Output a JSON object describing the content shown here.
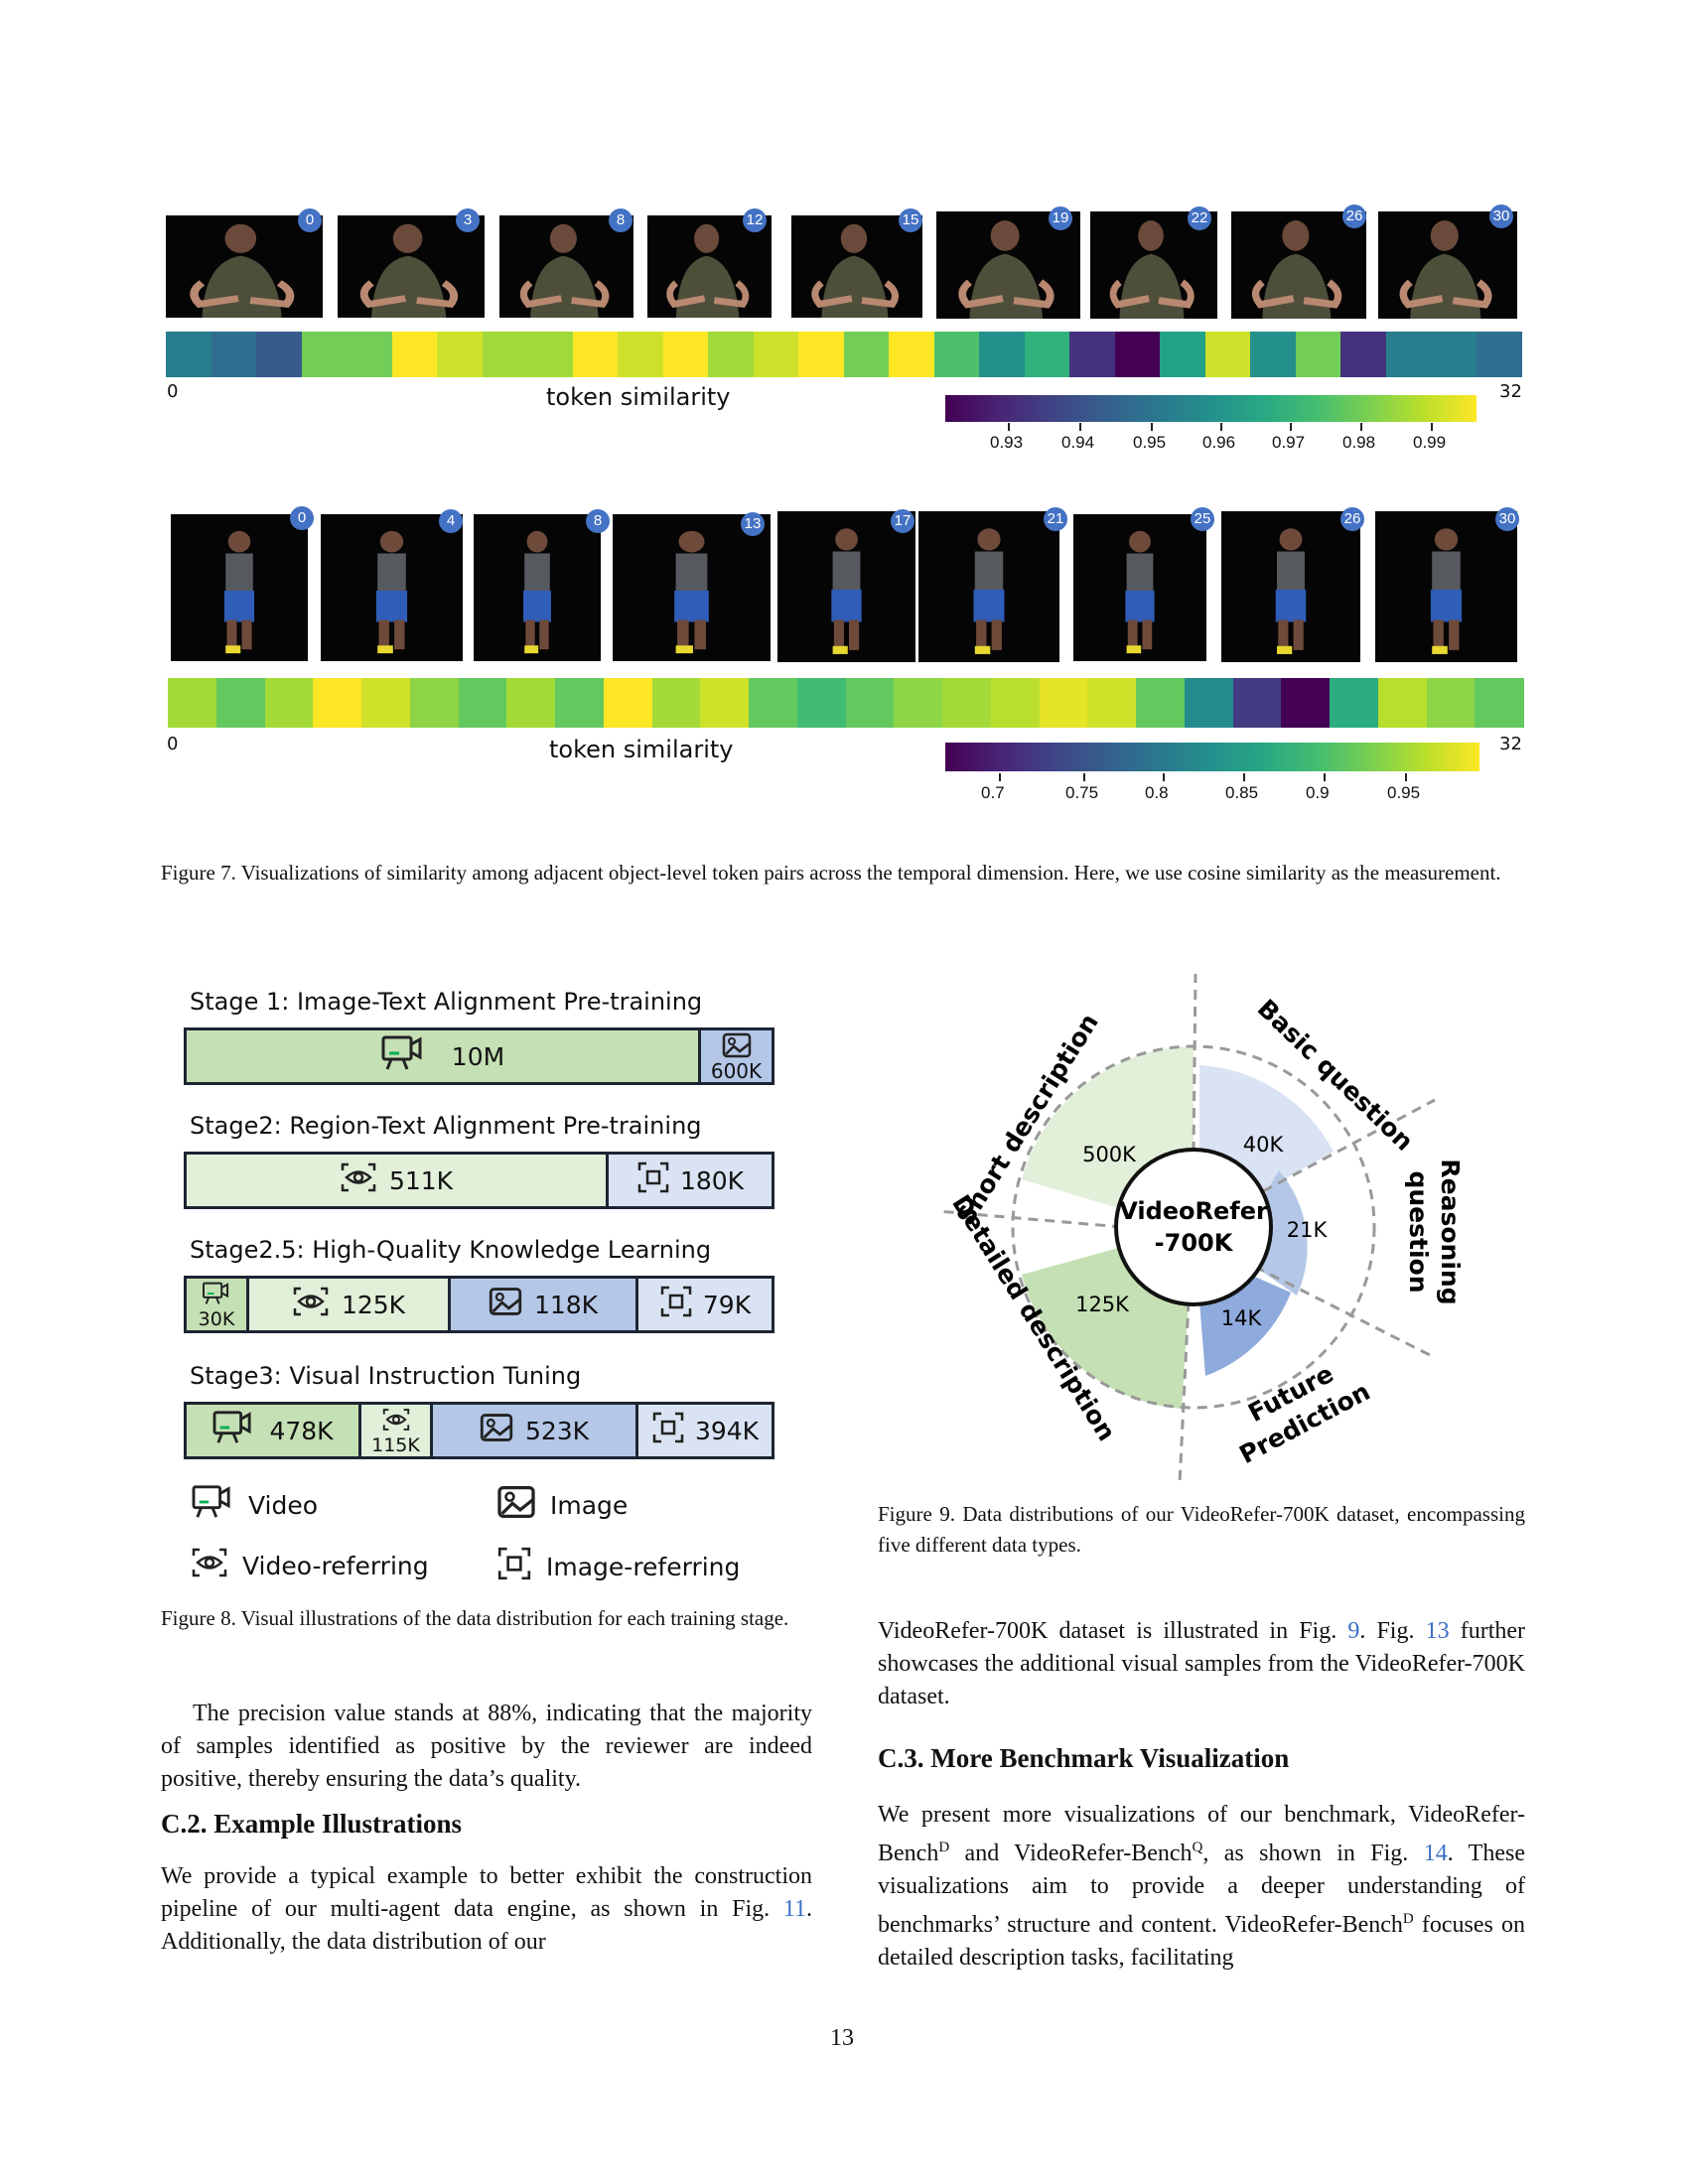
{
  "figure7": {
    "row1": {
      "badges": [
        "0",
        "3",
        "8",
        "12",
        "15",
        "19",
        "22",
        "26",
        "30"
      ],
      "axis_start": "0",
      "axis_end": "32",
      "label": "token similarity",
      "colorbar_ticks": [
        "0.93",
        "0.94",
        "0.95",
        "0.96",
        "0.97",
        "0.98",
        "0.99"
      ],
      "cells": [
        0.955,
        0.95,
        0.945,
        0.98,
        0.98,
        0.995,
        0.99,
        0.985,
        0.985,
        0.995,
        0.99,
        0.995,
        0.985,
        0.99,
        0.995,
        0.98,
        0.995,
        0.975,
        0.96,
        0.97,
        0.935,
        0.925,
        0.965,
        0.99,
        0.96,
        0.98,
        0.935,
        0.955,
        0.955,
        0.95
      ]
    },
    "row2": {
      "badges": [
        "0",
        "4",
        "8",
        "13",
        "17",
        "21",
        "25",
        "26",
        "30"
      ],
      "axis_start": "0",
      "axis_end": "32",
      "label": "token similarity",
      "colorbar_ticks": [
        "0.7",
        "0.75",
        "0.8",
        "0.85",
        "0.9",
        "0.95"
      ],
      "cells": [
        0.93,
        0.9,
        0.93,
        0.97,
        0.95,
        0.92,
        0.9,
        0.93,
        0.9,
        0.97,
        0.93,
        0.95,
        0.9,
        0.88,
        0.9,
        0.92,
        0.93,
        0.94,
        0.96,
        0.95,
        0.9,
        0.82,
        0.73,
        0.68,
        0.86,
        0.94,
        0.92,
        0.9
      ]
    },
    "caption": "Figure 7. Visualizations of similarity among adjacent object-level token pairs across the temporal dimension. Here, we use cosine similarity as the measurement."
  },
  "figure8": {
    "stages": [
      {
        "title": "Stage 1: Image-Text Alignment Pre-training",
        "segments": [
          {
            "icon": "video-icon",
            "label": "10M"
          },
          {
            "icon": "image-icon",
            "label": "600K"
          }
        ]
      },
      {
        "title": "Stage2: Region-Text Alignment Pre-training",
        "segments": [
          {
            "icon": "video-referring-icon",
            "label": "511K"
          },
          {
            "icon": "image-referring-icon",
            "label": "180K"
          }
        ]
      },
      {
        "title": "Stage2.5: High-Quality Knowledge Learning",
        "segments": [
          {
            "icon": "video-icon",
            "label": "30K"
          },
          {
            "icon": "video-referring-icon",
            "label": "125K"
          },
          {
            "icon": "image-icon",
            "label": "118K"
          },
          {
            "icon": "image-referring-icon",
            "label": "79K"
          }
        ]
      },
      {
        "title": "Stage3: Visual Instruction Tuning",
        "segments": [
          {
            "icon": "video-icon",
            "label": "478K"
          },
          {
            "icon": "video-referring-icon",
            "label": "115K"
          },
          {
            "icon": "image-icon",
            "label": "523K"
          },
          {
            "icon": "image-referring-icon",
            "label": "394K"
          }
        ]
      }
    ],
    "legend": {
      "video": "Video",
      "image": "Image",
      "video_referring": "Video-referring",
      "image_referring": "Image-referring"
    },
    "colors": {
      "video": "#c5e0b4",
      "video_referring": "#e2efd9",
      "image": "#b4c7e7",
      "image_referring": "#dae3f3"
    },
    "caption": "Figure 8. Visual illustrations of the data distribution for each training stage."
  },
  "figure9": {
    "center_line1": "VideoRefer",
    "center_line2": "-700K",
    "slices": [
      {
        "label": "Short description",
        "value": "500K"
      },
      {
        "label": "Detailed description",
        "value": "125K"
      },
      {
        "label": "Basic question",
        "value": "40K"
      },
      {
        "label": "Reasoning question",
        "value": "21K"
      },
      {
        "label": "Future Prediction",
        "value": "14K"
      }
    ],
    "outer": {
      "short": "Short description",
      "basic": "Basic question",
      "reasoning1": "Reasoning",
      "reasoning2": "question",
      "future1": "Future",
      "future2": "Prediction",
      "detailed": "Detailed description"
    },
    "caption": "Figure 9. Data distributions of our VideoRefer-700K dataset, encompassing five different data types."
  },
  "left": {
    "para1": "The precision value stands at 88%, indicating that the majority of samples identified as positive by the reviewer are indeed positive, thereby ensuring the data’s quality.",
    "heading": "C.2. Example Illustrations",
    "para2a": "We provide a typical example to better exhibit the construction pipeline of our multi-agent data engine, as shown in Fig. ",
    "para2_link": "11",
    "para2b": ". Additionally, the data distribution of our"
  },
  "right": {
    "para1a": "VideoRefer-700K dataset is illustrated in Fig. ",
    "para1_link1": "9",
    "para1b": ". Fig. ",
    "para1_link2": "13",
    "para1c": " further showcases the additional visual samples from the VideoRefer-700K dataset.",
    "heading": "C.3. More Benchmark Visualization",
    "para2a": "We present more visualizations of our benchmark, VideoRefer-Bench",
    "sup_d": "D",
    "para2b": " and VideoRefer-Bench",
    "sup_q": "Q",
    "para2c": ", as shown in Fig. ",
    "para2_link": "14",
    "para2d": ". These visualizations aim to provide a deeper understanding of benchmarks’ structure and content. VideoRefer-Bench",
    "para2e": " focuses on detailed description tasks, facilitating"
  },
  "page_number": "13"
}
